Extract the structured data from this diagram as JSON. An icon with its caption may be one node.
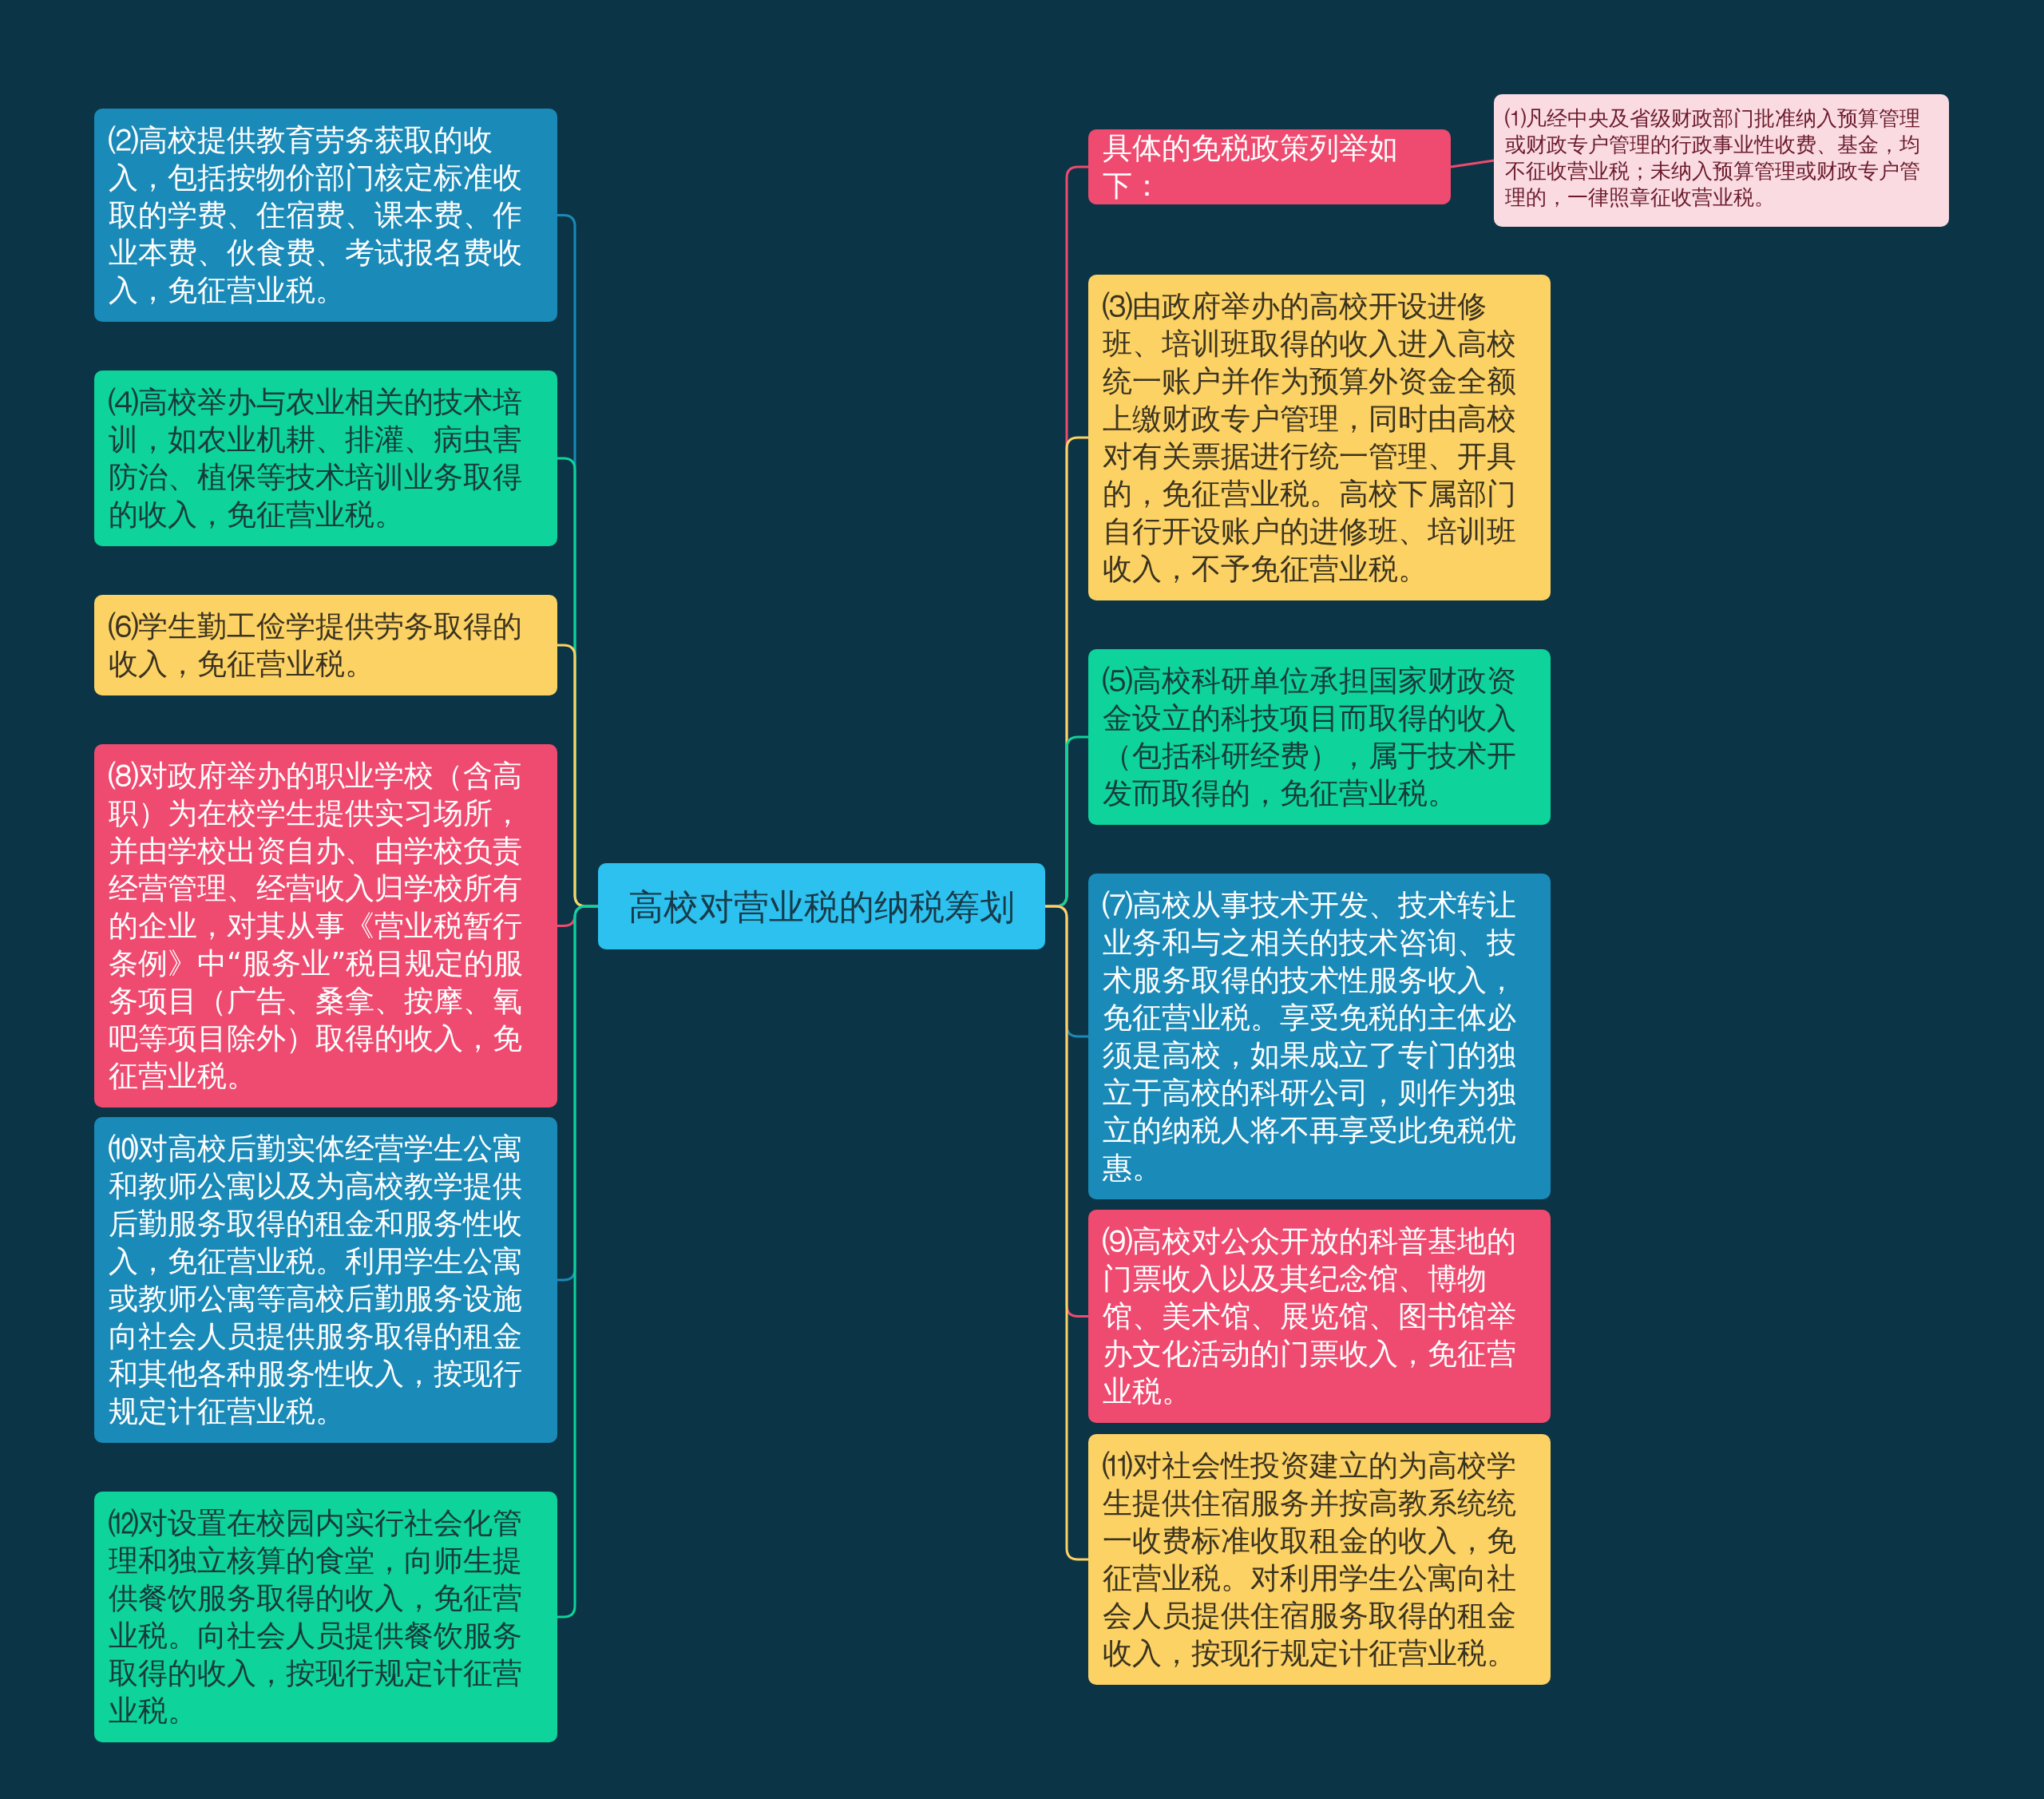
{
  "diagram": {
    "nodes": [
      {
        "text": [
          "高校对营业税的纳税筹划"
        ]
      },
      {
        "text": [
          "具体的免税政策列举如下："
        ]
      },
      {
        "text": [
          "⑴凡经中央及省级财政部门批准纳入预算管理或财政专户管理的行政事业性收费、基金，均不征收营业税；未纳入预算管理或财政专户管理的，一律照章征收营业税。"
        ]
      },
      {
        "text": [
          "⑵高校提供教育劳务获取的收入，包括按物价部门核定标准收取的学费、住宿费、课本费、作业本费、伙食费、考试报名费收入，免征营业税。"
        ]
      },
      {
        "text": [
          "⑶由政府举办的高校开设进修班、培训班取得的收入进入高校统一账户并作为预算外资金全额上缴财政专户管理，同时由高校对有关票据进行统一管理、开具的，免征营业税。高校下属部门自行开设账户的进修班、培训班收入，不予免征营业税。"
        ]
      },
      {
        "text": [
          "⑷高校举办与农业相关的技术培训，如农业机耕、排灌、病虫害防治、植保等技术培训业务取得的收入，免征营业税。"
        ]
      },
      {
        "text": [
          "⑸高校科研单位承担国家财政资金设立的科技项目而取得的收入（包括科研经费），属于技术开发而取得的，免征营业税。"
        ]
      },
      {
        "text": [
          "⑹学生勤工俭学提供劳务取得的收入，免征营业税。"
        ]
      },
      {
        "text": [
          "⑺高校从事技术开发、技术转让业务和与之相关的技术咨询、技术服务取得的技术性服务收入，免征营业税。享受免税的主体必须是高校，如果成立了专门的独立于高校的科研公司，则作为独立的纳税人将不再享受此免税优惠。"
        ]
      },
      {
        "text": [
          "⑻对政府举办的职业学校（含高职）为在校学生提供实习场所，并由学校出资自办、由学校负责经营管理、经营收入归学校所有的企业，对其从事《营业税暂行条例》中“服务业”税目规定的服务项目（广告、桑拿、按摩、氧吧等项目除外）取得的收入，免征营业税。"
        ]
      },
      {
        "text": [
          "⑼高校对公众开放的科普基地的门票收入以及其纪念馆、博物馆、美术馆、展览馆、图书馆举办文化活动的门票收入，免征营业税。"
        ]
      },
      {
        "text": [
          "⑽对高校后勤实体经营学生公寓和教师公寓以及为高校教学提供后勤服务取得的租金和服务性收入，免征营业税。利用学生公寓或教师公寓等高校后勤服务设施向社会人员提供服务取得的租金和其他各种服务性收入，按现行规定计征营业税。"
        ]
      },
      {
        "text": [
          "⑾对社会性投资建立的为高校学生提供住宿服务并按高教系统统一收费标准收取租金的收入，免征营业税。对利用学生公寓向社会人员提供住宿服务取得的租金收入，按现行规定计征营业税。"
        ]
      },
      {
        "text": [
          "⑿对设置在校园内实行社会化管理和独立核算的食堂，向师生提供餐饮服务取得的收入，免征营业税。向社会人员提供餐饮服务取得的收入，按现行规定计征营业税。"
        ]
      }
    ],
    "edges": [
      {
        "from": 0,
        "to": 1,
        "arrow": "none",
        "color": "#ef4a6f"
      },
      {
        "from": 1,
        "to": 2,
        "arrow": "none",
        "color": "#ef4a6f"
      },
      {
        "from": 0,
        "to": 3,
        "arrow": "none",
        "color": "#1a8ab8"
      },
      {
        "from": 0,
        "to": 4,
        "arrow": "none",
        "color": "#fdd264"
      },
      {
        "from": 0,
        "to": 5,
        "arrow": "none",
        "color": "#0ed39a"
      },
      {
        "from": 0,
        "to": 6,
        "arrow": "none",
        "color": "#0ed39a"
      },
      {
        "from": 0,
        "to": 7,
        "arrow": "none",
        "color": "#fdd264"
      },
      {
        "from": 0,
        "to": 8,
        "arrow": "none",
        "color": "#1a8ab8"
      },
      {
        "from": 0,
        "to": 9,
        "arrow": "none",
        "color": "#ef4a6f"
      },
      {
        "from": 0,
        "to": 10,
        "arrow": "none",
        "color": "#ef4a6f"
      },
      {
        "from": 0,
        "to": 11,
        "arrow": "none",
        "color": "#1a8ab8"
      },
      {
        "from": 0,
        "to": 12,
        "arrow": "none",
        "color": "#fdd264"
      },
      {
        "from": 0,
        "to": 13,
        "arrow": "none",
        "color": "#0ed39a"
      }
    ]
  }
}
